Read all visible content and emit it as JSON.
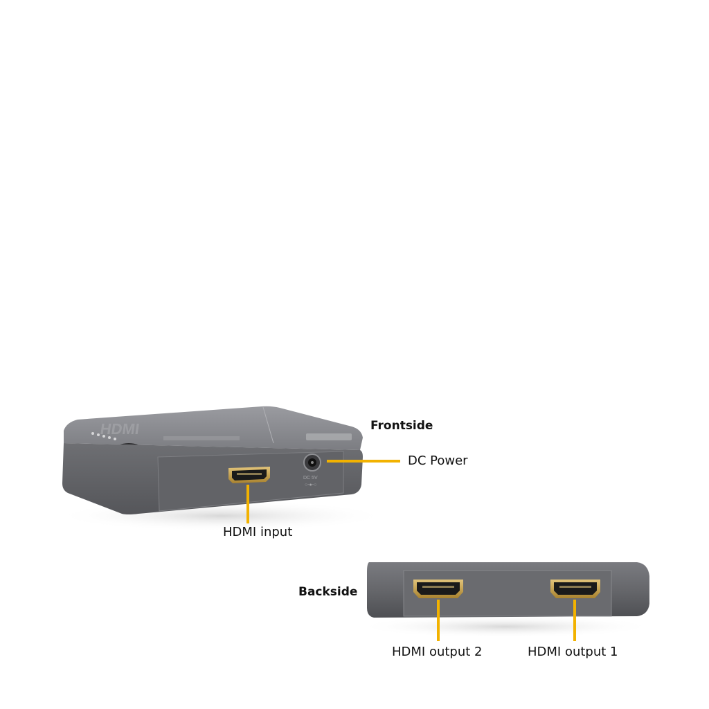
{
  "colors": {
    "leader": "#f2b200",
    "device_body": "#6a6b6f",
    "device_top": "#8a8b8f",
    "port_gold": "#c8a24a"
  },
  "headings": {
    "frontside": "Frontside",
    "backside": "Backside"
  },
  "callouts": {
    "dc_power": "DC Power",
    "hdmi_input": "HDMI input",
    "hdmi_output_2": "HDMI output 2",
    "hdmi_output_1": "HDMI output 1"
  },
  "device": {
    "top_logo": "HDMI",
    "led_count": 5
  }
}
